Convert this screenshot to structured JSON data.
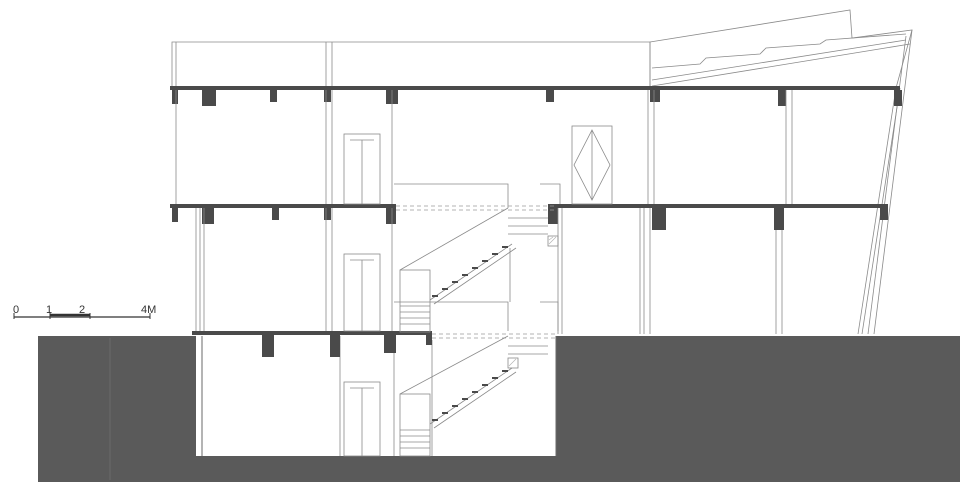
{
  "scale_bar": {
    "labels": [
      "0",
      "1",
      "2",
      "4M"
    ]
  },
  "colors": {
    "ground": "#5a5a5a",
    "slab": "#4a4a4a",
    "line": "#8a8a8a",
    "background": "#ffffff"
  }
}
